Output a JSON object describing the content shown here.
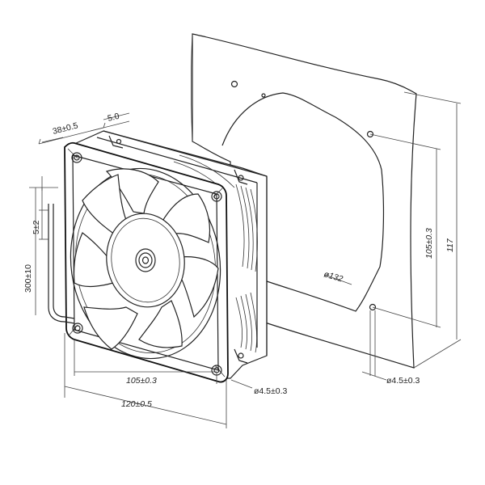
{
  "dimensions": {
    "depth": "38±0.5",
    "flange": "5.0",
    "lead_tolerance": "5±2",
    "lead_length": "300±10",
    "hole_pitch": "105±0.3",
    "frame_size": "120±0.5",
    "hole_diameter_fan": "ø4.5±0.3",
    "hole_diameter_panel": "ø4.5±0.3",
    "panel_hole_pitch": "105±0.3",
    "panel_size": "117",
    "cutout_diameter": "ø132"
  },
  "colors": {
    "line": "#222222",
    "background": "#ffffff"
  }
}
